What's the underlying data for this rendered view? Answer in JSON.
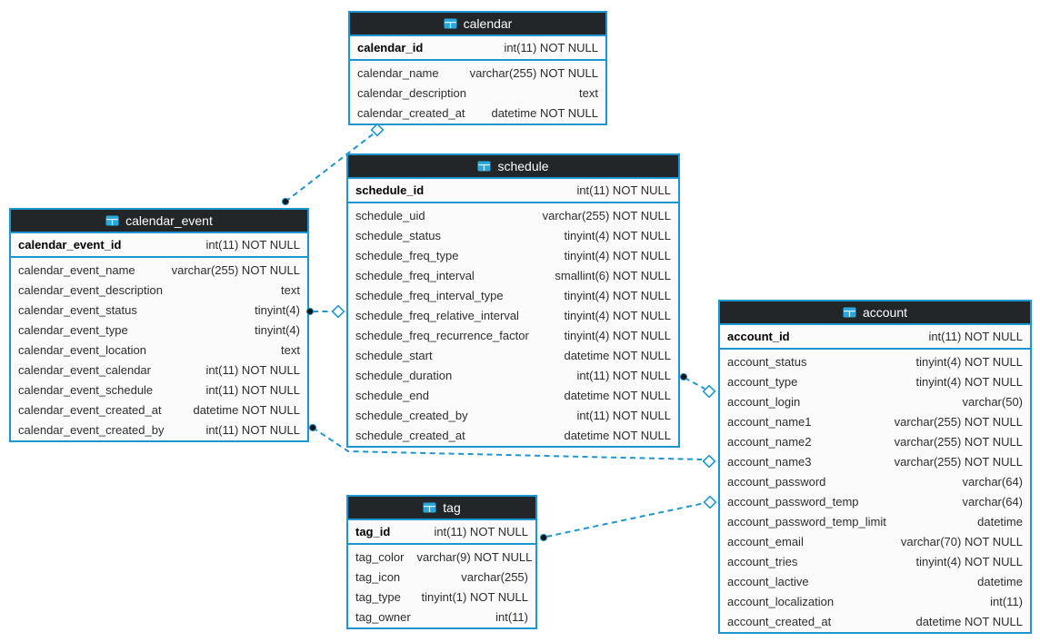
{
  "diagram": {
    "colors": {
      "border_blue": "#1d96cf",
      "header_bg": "#232629",
      "header_text": "#ffffff",
      "body_bg": "#fbfbfb",
      "row_text": "#2d2d2d",
      "pk_text": "#000000",
      "line_blue": "#1d96cf",
      "dot_color": "#161616",
      "icon_blue": "#29a8e0",
      "page_bg": "#ffffff"
    },
    "tables": [
      {
        "title": "calendar",
        "pk": {
          "name": "calendar_id",
          "type": "int(11) NOT NULL"
        },
        "fields": [
          {
            "name": "calendar_name",
            "type": "varchar(255) NOT NULL"
          },
          {
            "name": "calendar_description",
            "type": "text"
          },
          {
            "name": "calendar_created_at",
            "type": "datetime NOT NULL"
          }
        ]
      },
      {
        "title": "schedule",
        "pk": {
          "name": "schedule_id",
          "type": "int(11) NOT NULL"
        },
        "fields": [
          {
            "name": "schedule_uid",
            "type": "varchar(255) NOT NULL"
          },
          {
            "name": "schedule_status",
            "type": "tinyint(4) NOT NULL"
          },
          {
            "name": "schedule_freq_type",
            "type": "tinyint(4) NOT NULL"
          },
          {
            "name": "schedule_freq_interval",
            "type": "smallint(6) NOT NULL"
          },
          {
            "name": "schedule_freq_interval_type",
            "type": "tinyint(4) NOT NULL"
          },
          {
            "name": "schedule_freq_relative_interval",
            "type": "tinyint(4) NOT NULL"
          },
          {
            "name": "schedule_freq_recurrence_factor",
            "type": "tinyint(4) NOT NULL"
          },
          {
            "name": "schedule_start",
            "type": "datetime NOT NULL"
          },
          {
            "name": "schedule_duration",
            "type": "int(11) NOT NULL"
          },
          {
            "name": "schedule_end",
            "type": "datetime NOT NULL"
          },
          {
            "name": "schedule_created_by",
            "type": "int(11) NOT NULL"
          },
          {
            "name": "schedule_created_at",
            "type": "datetime NOT NULL"
          }
        ]
      },
      {
        "title": "calendar_event",
        "pk": {
          "name": "calendar_event_id",
          "type": "int(11) NOT NULL"
        },
        "fields": [
          {
            "name": "calendar_event_name",
            "type": "varchar(255) NOT NULL"
          },
          {
            "name": "calendar_event_description",
            "type": "text"
          },
          {
            "name": "calendar_event_status",
            "type": "tinyint(4)"
          },
          {
            "name": "calendar_event_type",
            "type": "tinyint(4)"
          },
          {
            "name": "calendar_event_location",
            "type": "text"
          },
          {
            "name": "calendar_event_calendar",
            "type": "int(11) NOT NULL"
          },
          {
            "name": "calendar_event_schedule",
            "type": "int(11) NOT NULL"
          },
          {
            "name": "calendar_event_created_at",
            "type": "datetime NOT NULL"
          },
          {
            "name": "calendar_event_created_by",
            "type": "int(11) NOT NULL"
          }
        ]
      },
      {
        "title": "account",
        "pk": {
          "name": "account_id",
          "type": "int(11) NOT NULL"
        },
        "fields": [
          {
            "name": "account_status",
            "type": "tinyint(4) NOT NULL"
          },
          {
            "name": "account_type",
            "type": "tinyint(4) NOT NULL"
          },
          {
            "name": "account_login",
            "type": "varchar(50)"
          },
          {
            "name": "account_name1",
            "type": "varchar(255) NOT NULL"
          },
          {
            "name": "account_name2",
            "type": "varchar(255) NOT NULL"
          },
          {
            "name": "account_name3",
            "type": "varchar(255) NOT NULL"
          },
          {
            "name": "account_password",
            "type": "varchar(64)"
          },
          {
            "name": "account_password_temp",
            "type": "varchar(64)"
          },
          {
            "name": "account_password_temp_limit",
            "type": "datetime"
          },
          {
            "name": "account_email",
            "type": "varchar(70) NOT NULL"
          },
          {
            "name": "account_tries",
            "type": "tinyint(4) NOT NULL"
          },
          {
            "name": "account_lactive",
            "type": "datetime"
          },
          {
            "name": "account_localization",
            "type": "int(11)"
          },
          {
            "name": "account_created_at",
            "type": "datetime NOT NULL"
          }
        ]
      },
      {
        "title": "tag",
        "pk": {
          "name": "tag_id",
          "type": "int(11) NOT NULL"
        },
        "fields": [
          {
            "name": "tag_color",
            "type": "varchar(9) NOT NULL"
          },
          {
            "name": "tag_icon",
            "type": "varchar(255)"
          },
          {
            "name": "tag_type",
            "type": "tinyint(1) NOT NULL"
          },
          {
            "name": "tag_owner",
            "type": "int(11)"
          }
        ]
      }
    ],
    "relations": [
      {
        "from_table": "calendar_event",
        "to_table": "calendar",
        "from_marker": "dot",
        "to_marker": "open-diamond",
        "line_style": "dashed"
      },
      {
        "from_table": "calendar_event",
        "to_table": "schedule",
        "from_marker": "dot",
        "to_marker": "open-diamond",
        "line_style": "dashed"
      },
      {
        "from_table": "schedule",
        "to_table": "account",
        "from_marker": "dot",
        "to_marker": "open-diamond",
        "line_style": "dashed"
      },
      {
        "from_table": "calendar_event",
        "to_table": "account",
        "from_marker": "dot",
        "to_marker": "open-diamond",
        "line_style": "dashed"
      },
      {
        "from_table": "tag",
        "to_table": "account",
        "from_marker": "dot",
        "to_marker": "open-diamond",
        "line_style": "dashed"
      }
    ]
  }
}
